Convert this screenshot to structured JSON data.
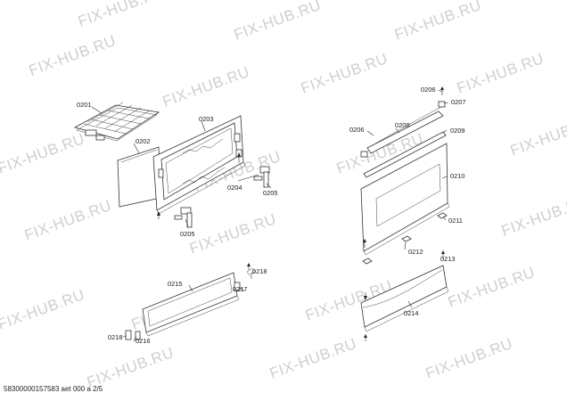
{
  "watermark": {
    "text": "FIX-HUB.RU"
  },
  "footer": {
    "text": "58300000157583 aet 000 a 2/5"
  },
  "labels": [
    "0201",
    "0202",
    "0203",
    "0204",
    "0205",
    "0205",
    "0206",
    "0206",
    "0207",
    "0208",
    "0209",
    "0210",
    "0211",
    "0212",
    "0213",
    "0214",
    "0215",
    "0216",
    "0217",
    "0218",
    "0218"
  ]
}
